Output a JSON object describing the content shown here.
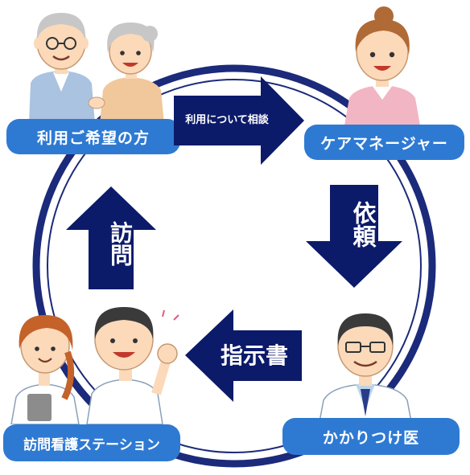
{
  "colors": {
    "navy": "#0c1a6a",
    "ring_outer": "#1b2a7a",
    "pill_blue": "#2e7ad3",
    "skin": "#fbd9b9",
    "hair_brown": "#9a5a2c",
    "hair_gray": "#c7c7c7"
  },
  "nodes": {
    "user": "利用ご希望の方",
    "care_manager": "ケアマネージャー",
    "doctor": "かかりつけ医",
    "nurse_station": "訪問看護ステーション"
  },
  "arrows": {
    "consult": "利用について相談",
    "request": "依頼",
    "instruction": "指示書",
    "visit": "訪問"
  },
  "icons": {
    "user": "elderly-couple-icon",
    "care_manager": "care-manager-icon",
    "doctor": "doctor-icon",
    "nurse_station": "nurse-and-patient-icon"
  }
}
